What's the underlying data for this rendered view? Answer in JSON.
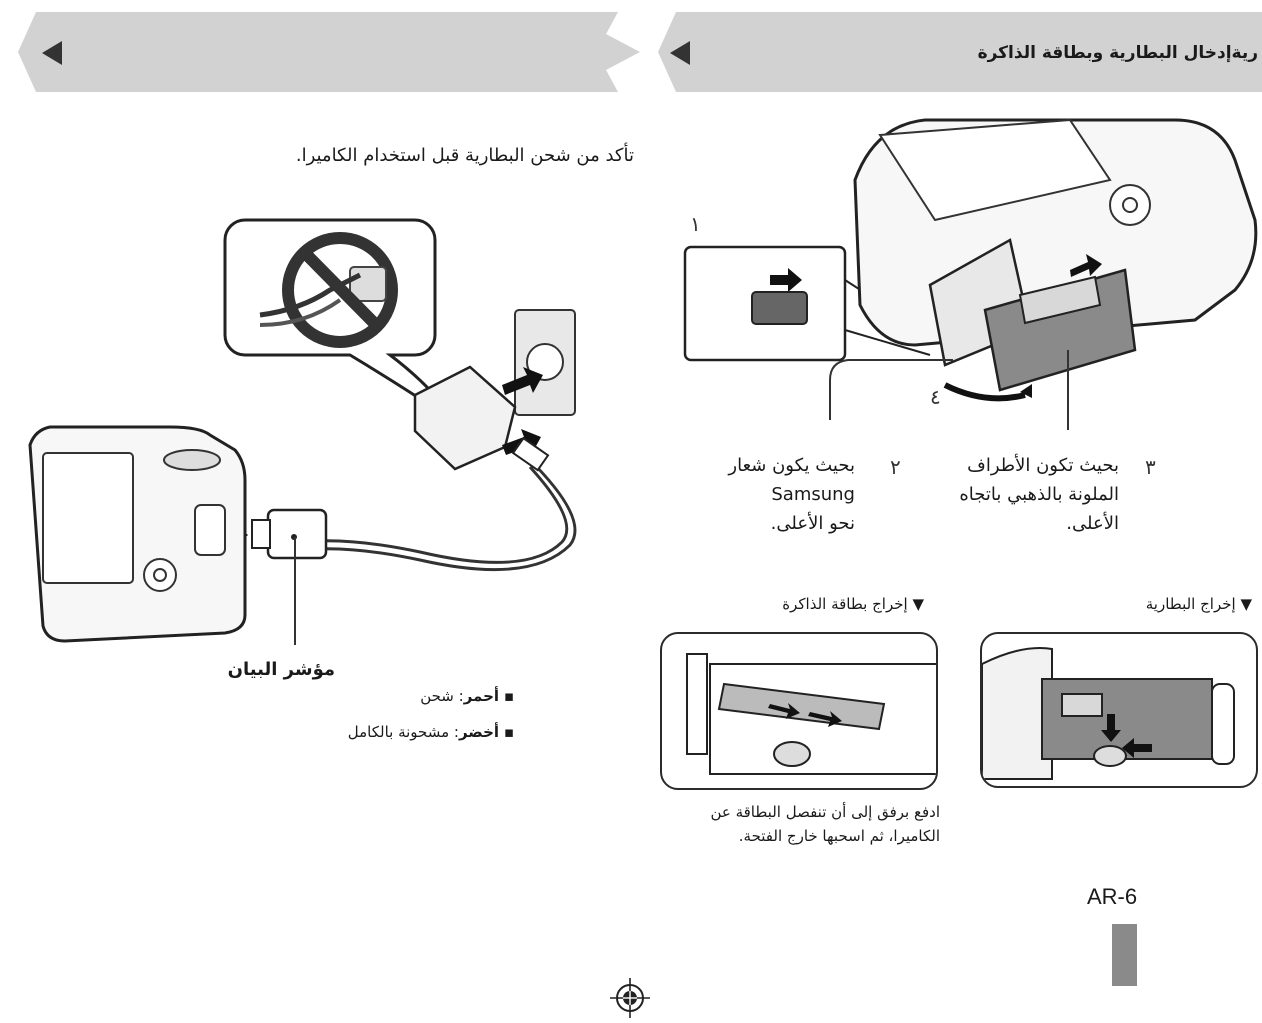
{
  "header": {
    "title": "ريةإدخال البطارية وبطاقة الذاكرة"
  },
  "left": {
    "intro": "تأكد من شحن البطارية قبل استخدام الكاميرا.",
    "indicator": {
      "label": "مؤشر البيان",
      "items": [
        {
          "bullet": "▪",
          "term": "أحمر",
          "desc": ": شحن"
        },
        {
          "bullet": "▪",
          "term": "أخضر",
          "desc": ": مشحونة بالكامل"
        }
      ]
    }
  },
  "right": {
    "steps": {
      "one": "١",
      "two": "٢",
      "three": "٣",
      "four": "٤"
    },
    "step3_text": [
      "بحيث تكون الأطراف",
      "الملونة بالذهبي باتجاه",
      "الأعلى."
    ],
    "step2_text": [
      "بحيث يكون شعار",
      "Samsung",
      "نحو الأعلى."
    ],
    "remove_battery": {
      "marker": "▼",
      "label": "إخراج البطارية"
    },
    "remove_card": {
      "marker": "▼",
      "label": "إخراج بطاقة الذاكرة"
    },
    "card_note": [
      "ادفع برفق إلى أن تنفصل البطاقة عن",
      "الكاميرا، ثم اسحبها خارج الفتحة."
    ]
  },
  "page": {
    "number": "AR-6"
  },
  "colors": {
    "banner": "#d2d2d2",
    "accent_bar": "#8a8a8a",
    "ink": "#1a1a1a"
  }
}
